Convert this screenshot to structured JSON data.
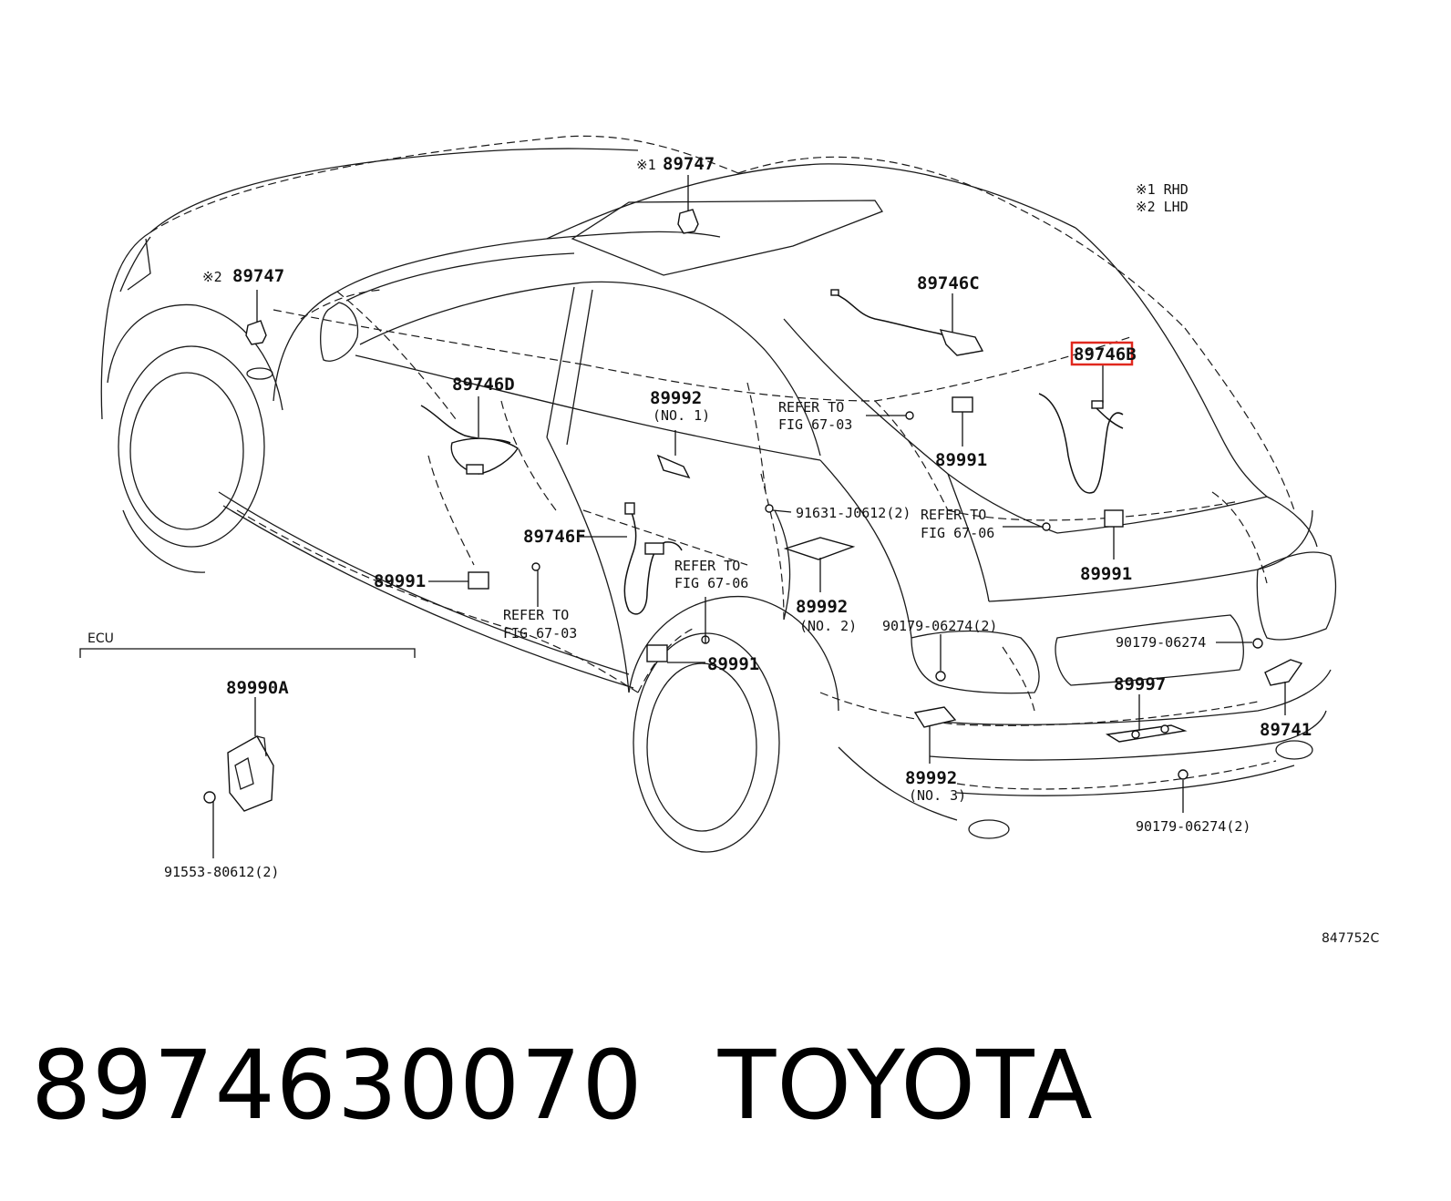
{
  "legend": {
    "rhd": "※1 RHD",
    "lhd": "※2 LHD"
  },
  "drawing_code": "847752C",
  "ecu_section_label": "ECU",
  "callouts": {
    "p89747_rhd_mark": "※1",
    "p89747_rhd": "89747",
    "p89747_lhd_mark": "※2",
    "p89747_lhd": "89747",
    "p89746c": "89746C",
    "p89746b": "89746B",
    "p89746d": "89746D",
    "p89746f": "89746F",
    "p89992_no1": "89992",
    "p89992_no1_sub": "(NO. 1)",
    "p89992_no2": "89992",
    "p89992_no2_sub": "(NO. 2)",
    "p89992_no3": "89992",
    "p89992_no3_sub": "(NO. 3)",
    "p89991_top": "89991",
    "p89991_right": "89991",
    "p89991_left": "89991",
    "p89991_mid": "89991",
    "p89997": "89997",
    "p89741": "89741",
    "p89990a": "89990A",
    "bolt_91631": "91631-J0612(2)",
    "bolt_91553": "91553-80612(2)",
    "nut_90179_a": "90179-06274(2)",
    "nut_90179_b": "90179-06274",
    "nut_90179_c": "90179-06274(2)",
    "refer_a_1": "REFER TO",
    "refer_a_2": "FIG 67-03",
    "refer_b_1": "REFER TO",
    "refer_b_2": "FIG 67-06",
    "refer_c_1": "REFER TO",
    "refer_c_2": "FIG 67-06",
    "refer_d_1": "REFER TO",
    "refer_d_2": "FIG 67-03"
  },
  "caption": {
    "part_number": "8974630070",
    "brand": "TOYOTA"
  },
  "colors": {
    "highlight": "#e0281e",
    "ink": "#111111",
    "background": "#ffffff"
  }
}
